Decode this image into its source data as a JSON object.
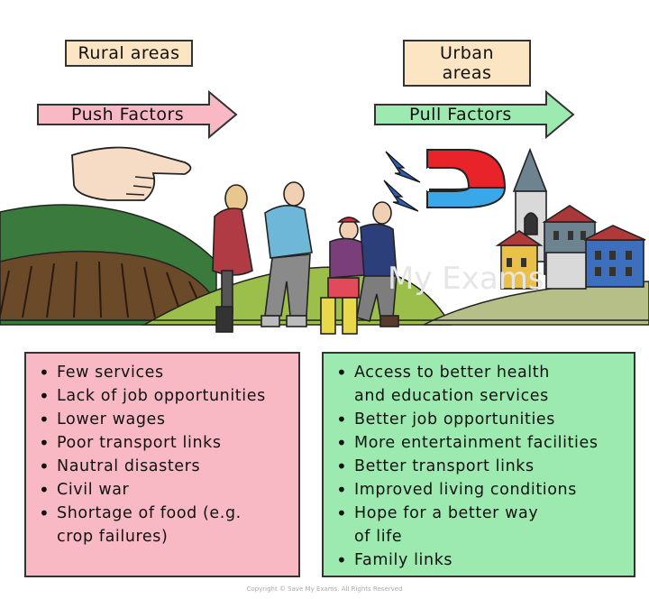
{
  "rural_label": "Rural areas",
  "urban_label": "Urban areas",
  "push_label": "Push Factors",
  "pull_label": "Pull Factors",
  "push_factors": [
    [
      "Few services"
    ],
    [
      "Lack of job opportunities"
    ],
    [
      "Lower wages"
    ],
    [
      "Poor transport links"
    ],
    [
      "Nautral disasters"
    ],
    [
      "Civil war"
    ],
    [
      "Shortage of food (e.g.",
      "crop failures)"
    ]
  ],
  "pull_factors": [
    [
      "Access to better health",
      "and education services"
    ],
    [
      "Better job opportunities"
    ],
    [
      "More entertainment facilities"
    ],
    [
      "Better transport links"
    ],
    [
      "Improved living conditions"
    ],
    [
      "Hope for a better way",
      "of life"
    ],
    [
      "Family links"
    ]
  ],
  "watermark": "My Exams",
  "copyright": "Copyright © Save My Exams. All Rights Reserved",
  "colors": {
    "push": "#f8b9c5",
    "pull": "#9deab0",
    "label": "#fbe5c3",
    "magnet_red": "#e8232a",
    "magnet_blue": "#3aa7e8"
  },
  "icons": [
    "pointing-hand-icon",
    "magnet-icon",
    "lightning-icon",
    "church-icon"
  ]
}
